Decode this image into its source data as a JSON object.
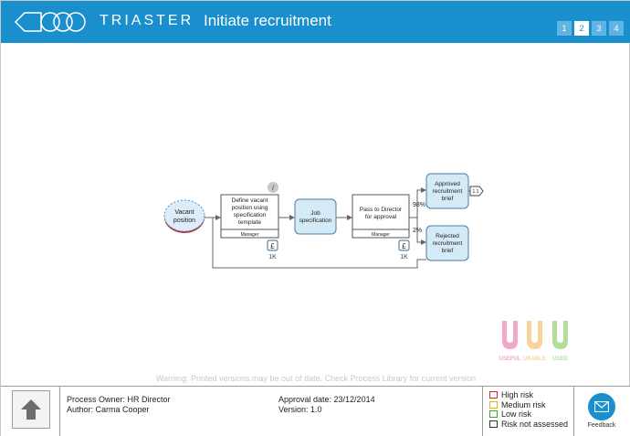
{
  "header": {
    "brand": "TRIASTER",
    "title": "Initiate recruitment",
    "pages": [
      "1",
      "2",
      "3",
      "4"
    ],
    "active_page": "2",
    "color": "#1a8fce"
  },
  "diagram": {
    "start_event": "Vacant position",
    "activity1": {
      "label": "Define vacant position using specification template",
      "role": "Manager",
      "cost": "1K"
    },
    "document": "Job specification",
    "activity2": {
      "label": "Pass to Director for approval",
      "role": "Manager",
      "cost": "1K"
    },
    "outcome_approved": {
      "label": "Approved recruitment brief",
      "pct": "98%"
    },
    "outcome_rejected": {
      "label": "Rejected recruitment brief",
      "pct": "2%"
    },
    "offpage_link": "1.1",
    "cost_symbol": "£",
    "info_symbol": "i",
    "uuu_badges": [
      "USEFUL",
      "USABLE",
      "USED"
    ]
  },
  "warning": "Warning: Printed versions may be out of date. Check Process Library for current version",
  "footer": {
    "process_owner": "Process Owner: HR Director",
    "author": "Author: Carma Cooper",
    "approval_date": "Approval date: 23/12/2014",
    "version": "Version: 1.0",
    "risks": [
      {
        "label": "High risk",
        "color": "#cc2b2b"
      },
      {
        "label": "Medium risk",
        "color": "#e6b800"
      },
      {
        "label": "Low risk",
        "color": "#3aa832"
      },
      {
        "label": "Risk not assessed",
        "color": "#333333"
      }
    ],
    "feedback_label": "Feedback"
  }
}
